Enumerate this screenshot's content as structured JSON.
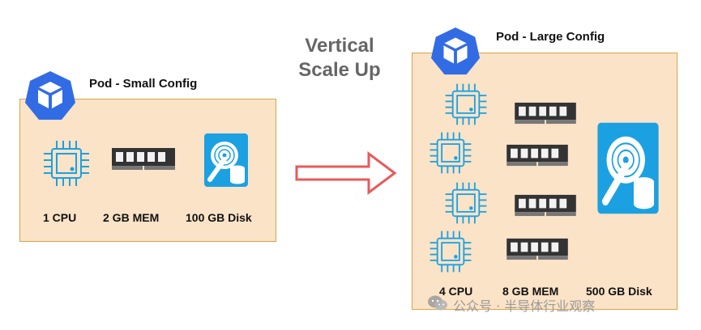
{
  "small_pod": {
    "title": "Pod - Small Config",
    "cpu_label": "1 CPU",
    "mem_label": "2 GB MEM",
    "disk_label": "100 GB Disk"
  },
  "transition": {
    "line1": "Vertical",
    "line2": "Scale Up"
  },
  "large_pod": {
    "title": "Pod - Large Config",
    "cpu_label": "4 CPU",
    "mem_label": "8 GB MEM",
    "disk_label": "500 GB Disk"
  },
  "watermark": {
    "text": "公众号 · 半导体行业观察"
  },
  "colors": {
    "pod_fill": "#fbe3c7",
    "pod_border": "#d9a444",
    "k8s_blue": "#326ce5",
    "icon_blue": "#1ba1e2",
    "arrow_stroke": "#e85a5a"
  }
}
